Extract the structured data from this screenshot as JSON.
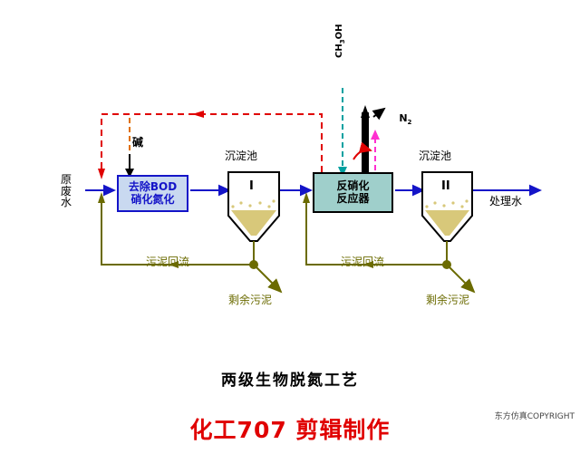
{
  "diagram": {
    "title": "两级生物脱氮工艺",
    "credit": "东方仿真COPYRIGHT",
    "banner": "化工707 剪辑制作",
    "inlet_label": "原\n废\n水",
    "outlet_label": "处理水",
    "alkali_label": "碱",
    "methanol_label": "CH3OH",
    "methanol_formula": {
      "main1": "CH",
      "sub": "3",
      "main2": "OH"
    },
    "nitrogen_label": "N2",
    "nitrogen_formula": {
      "main": "N",
      "sub": "2"
    },
    "units": [
      {
        "name": "bod-nitrification-reactor",
        "label": "去除BOD\n硝化氮化"
      },
      {
        "name": "clarifier-1",
        "label": "沉淀池",
        "number": "I"
      },
      {
        "name": "denitrification-reactor",
        "label": "反硝化\n反应器"
      },
      {
        "name": "clarifier-2",
        "label": "沉淀池",
        "number": "II"
      }
    ],
    "clarifier_label": "沉淀池",
    "return_sludge_1": "污泥回流",
    "return_sludge_2": "污泥回流",
    "waste_sludge_1": "剩余污泥",
    "waste_sludge_2": "剩余污泥",
    "colors": {
      "water_flow": "#1414c8",
      "sludge_line": "#6b6b00",
      "recycle_dashed": "#e00000",
      "alkali_dashed": "#e07000",
      "methanol_dashed": "#00a0a0",
      "nitrogen_dashed": "#ff2fd0",
      "reactor_fill": "#9fcfcb",
      "bod_fill": "#c9d9f0",
      "sludge_fill": "#d8c87a",
      "title_color": "#000000",
      "banner_color": "#e00000"
    }
  }
}
